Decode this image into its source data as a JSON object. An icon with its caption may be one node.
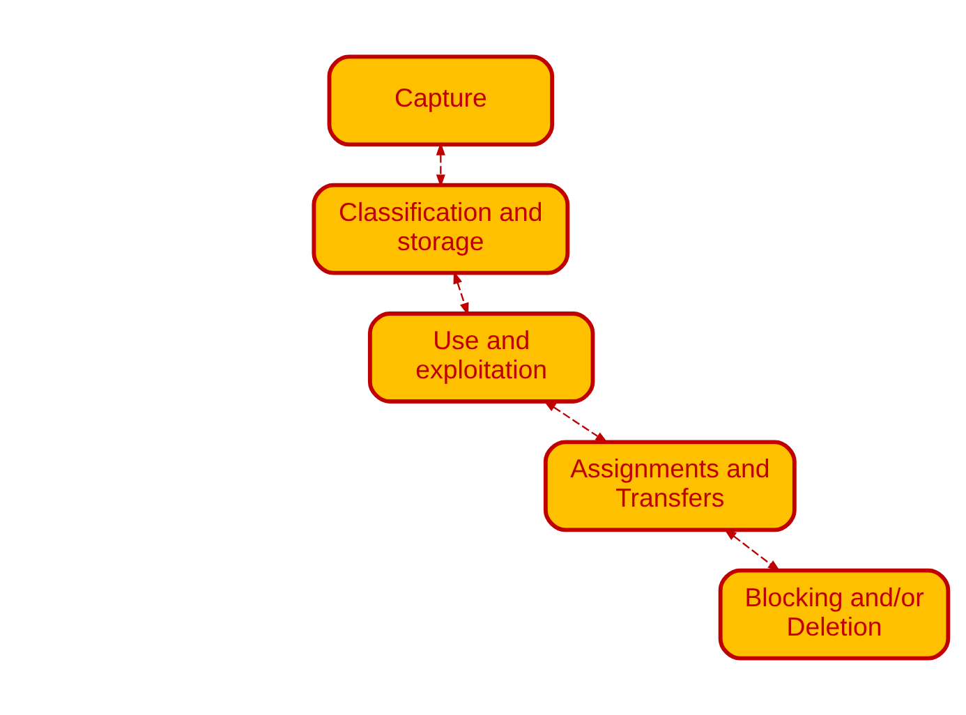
{
  "diagram": {
    "nodes": [
      {
        "text": [
          "Capture"
        ]
      },
      {
        "text": [
          "Classification and storage"
        ]
      },
      {
        "text": [
          "Use and exploitation"
        ]
      },
      {
        "text": [
          "Assignments and Transfers"
        ]
      },
      {
        "text": [
          "Blocking and/or Deletion"
        ]
      }
    ],
    "edges": [
      {
        "from": 0,
        "to": 1,
        "arrow": "both",
        "style": "dashed"
      },
      {
        "from": 1,
        "to": 2,
        "arrow": "both",
        "style": "dashed"
      },
      {
        "from": 2,
        "to": 3,
        "arrow": "both",
        "style": "dashed"
      },
      {
        "from": 3,
        "to": 4,
        "arrow": "both",
        "style": "dashed"
      }
    ]
  }
}
